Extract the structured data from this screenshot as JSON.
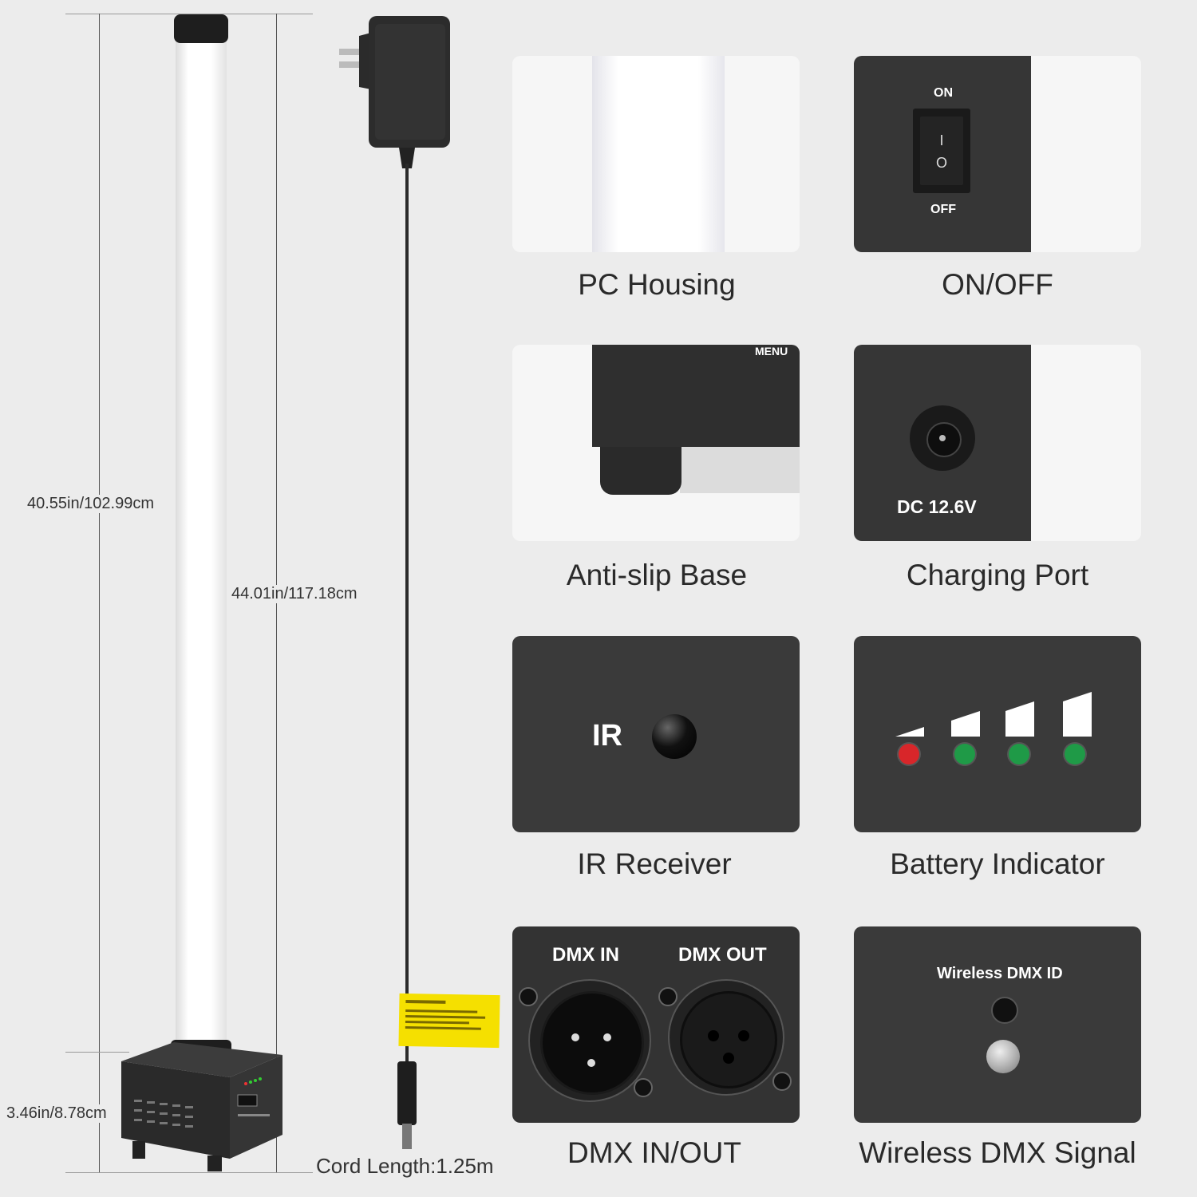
{
  "dimensions": {
    "tube_height": "40.55in/102.99cm",
    "total_height": "44.01in/117.18cm",
    "base_height": "3.46in/8.78cm",
    "cord_length": "Cord Length:1.25m"
  },
  "features": [
    {
      "caption": "PC Housing"
    },
    {
      "caption": "ON/OFF",
      "on_label": "ON",
      "off_label": "OFF",
      "on_symbol": "I",
      "off_symbol": "O"
    },
    {
      "caption": "Anti-slip Base",
      "menu_label": "MENU"
    },
    {
      "caption": "Charging Port",
      "port_label": "DC 12.6V"
    },
    {
      "caption": "IR Receiver",
      "ir_label": "IR"
    },
    {
      "caption": "Battery Indicator",
      "led_colors": [
        "#d8262a",
        "#1f9a47",
        "#1f9a47",
        "#1f9a47"
      ]
    },
    {
      "caption": "DMX IN/OUT",
      "in_label": "DMX IN",
      "out_label": "DMX OUT"
    },
    {
      "caption": "Wireless DMX Signal",
      "id_label": "Wireless DMX ID"
    }
  ],
  "colors": {
    "background": "#ececec",
    "panel_dark": "#3a3a3a",
    "warning_label": "#f5e000"
  }
}
